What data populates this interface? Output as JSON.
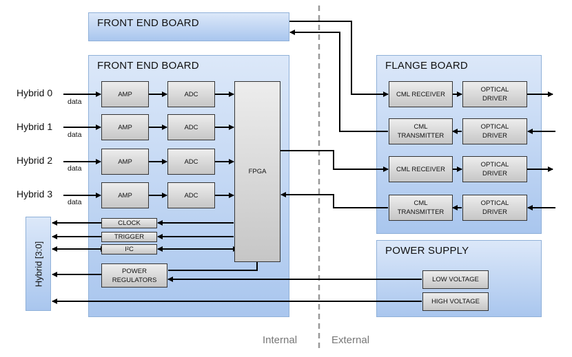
{
  "panels": {
    "top_board": "FRONT END BOARD",
    "main_board": "FRONT END BOARD",
    "flange_board": "FLANGE BOARD",
    "power_supply": "POWER SUPPLY"
  },
  "hybrids": [
    {
      "label": "Hybrid 0",
      "data": "data"
    },
    {
      "label": "Hybrid 1",
      "data": "data"
    },
    {
      "label": "Hybrid 2",
      "data": "data"
    },
    {
      "label": "Hybrid 3",
      "data": "data"
    }
  ],
  "blocks": {
    "amp": "AMP",
    "adc": "ADC",
    "fpga": "FPGA",
    "clock": "CLOCK",
    "trigger": "TRIGGER",
    "i2c": "I²C",
    "power_regulators": "POWER\nREGULATORS",
    "cml_receiver": "CML RECEIVER",
    "cml_transmitter": "CML\nTRANSMITTER",
    "optical_driver": "OPTICAL\nDRIVER",
    "low_voltage": "LOW VOLTAGE",
    "high_voltage": "HIGH VOLTAGE"
  },
  "hybrid_bus": "Hybrid [3:0]",
  "zones": {
    "internal": "Internal",
    "external": "External"
  }
}
